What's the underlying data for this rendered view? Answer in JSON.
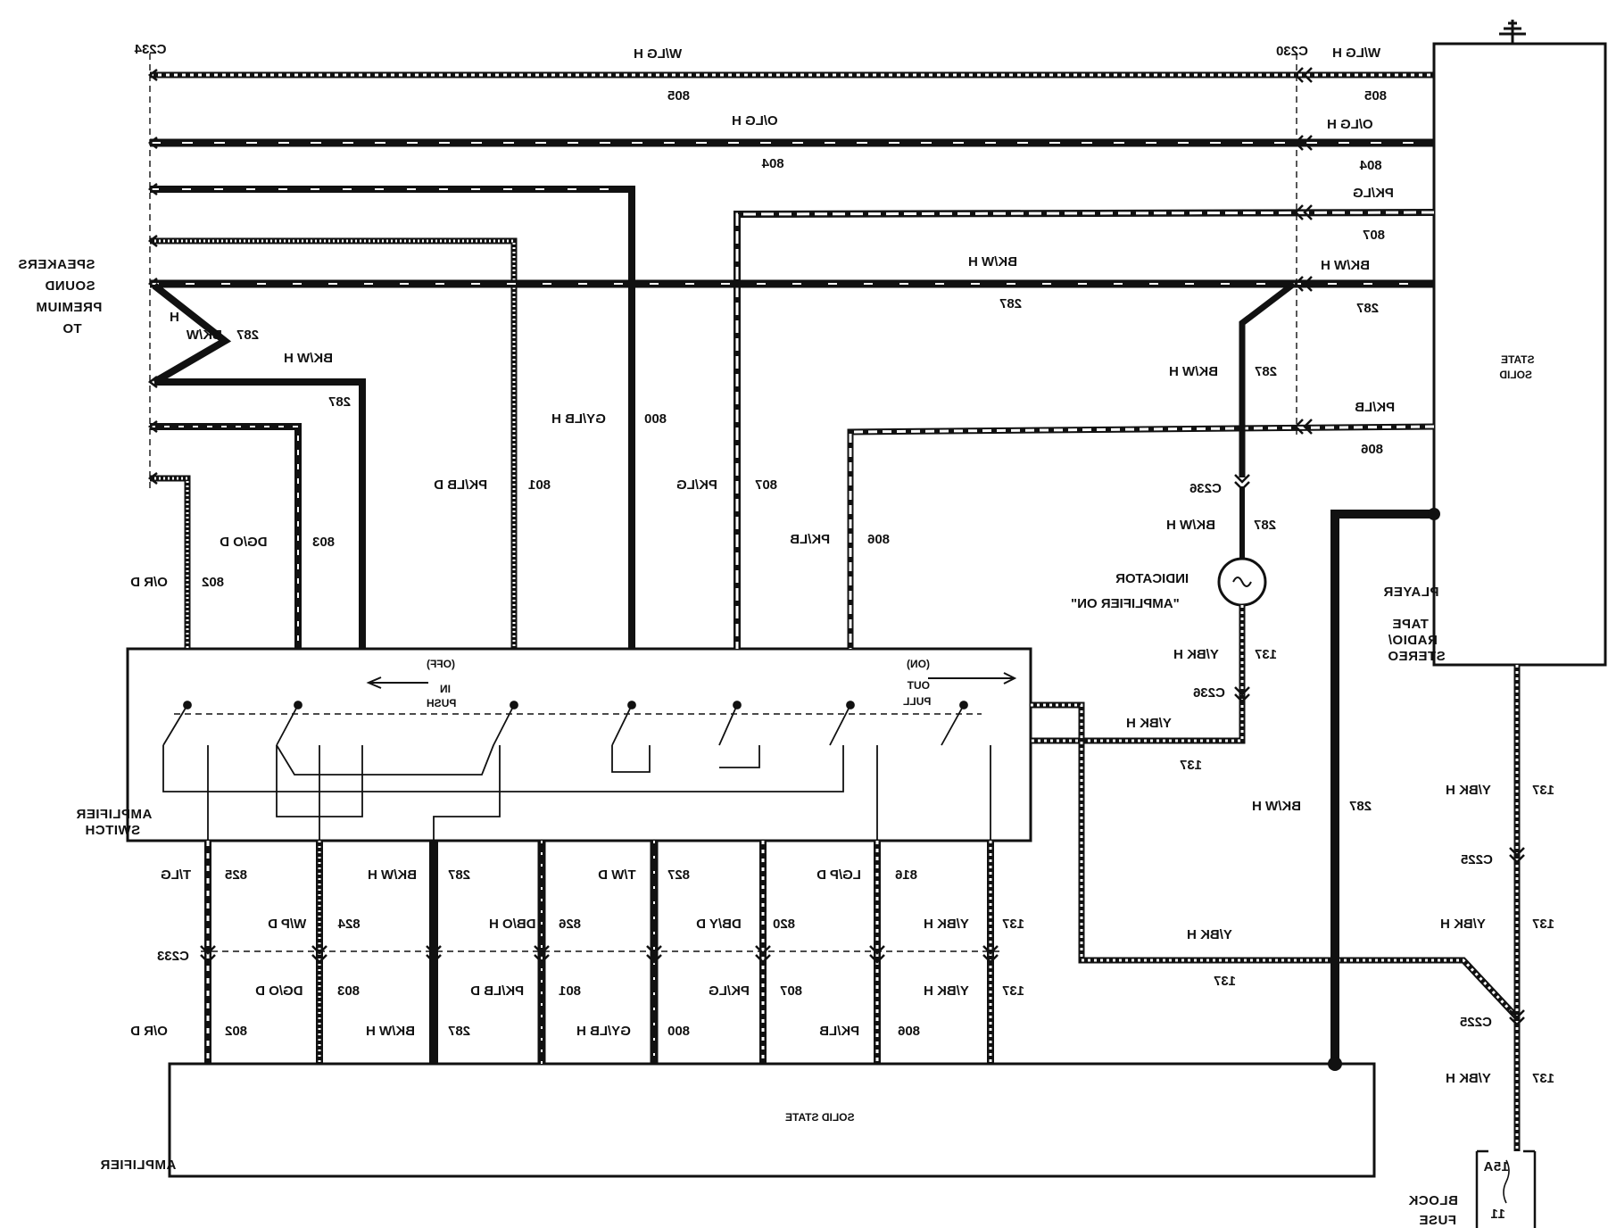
{
  "modules": {
    "amplifier": "AMPLIFIER",
    "amplifier_state": "SOLID STATE",
    "amplifier_switch": [
      "AMPLIFIER",
      "SWITCH"
    ],
    "radio": [
      "STEREO",
      "RADIO/",
      "TAPE",
      "PLAYER"
    ],
    "radio_state": [
      "SOLID",
      "STATE"
    ],
    "speakers": [
      "TO",
      "PREMIUM",
      "SOUND",
      "SPEAKERS"
    ],
    "fuse_block": [
      "FUSE",
      "BLOCK"
    ],
    "fuse_rating": "15A",
    "fuse_number": "11",
    "indicator": [
      "\"AMPLIFIER ON\"",
      "INDICATOR"
    ],
    "push_off": [
      "PUSH",
      "IN",
      "(OFF)"
    ],
    "pull_on": [
      "PULL",
      "OUT",
      "(ON)"
    ]
  },
  "connectors": {
    "c234": "C234",
    "c230": "C230",
    "c233": "C233",
    "c236_top": "C236",
    "c236_bottom": "C236",
    "c225_upper": "C225",
    "c225_lower": "C225"
  },
  "circuits": {
    "c805_color": "W/LG H",
    "c805_num": "805",
    "c805r_color": "W/LG H",
    "c805r_num": "805",
    "c804_color": "O/LG H",
    "c804_num": "804",
    "c804r_color": "O/LG H",
    "c804r_num": "804",
    "c807r_color": "PK/LG",
    "c807r_num": "807",
    "c287_color": "BK/W H",
    "c287_num": "287",
    "c287r_color": "BK/W H",
    "c287r_num": "287",
    "c806r_color": "PK/LB",
    "c806r_num": "806",
    "c287s_color": "BK/W",
    "c287s_color2": "H",
    "c287s_num": "287",
    "c287b_color": "BK/W H",
    "c287b_num": "287",
    "c800v_color": "GY/LB H",
    "c800v_num": "800",
    "c801v_color": "PK/LB D",
    "c801v_num": "801",
    "c807v_color": "PK/LG",
    "c807v_num": "807",
    "c806v_color": "PK/LB",
    "c806v_num": "806",
    "c803v_color": "DG/O D",
    "c803v_num": "803",
    "c802v_color": "O/R D",
    "c802v_num": "802",
    "c287ind_color": "BK/W H",
    "c287ind_num": "287",
    "c287ind2_color": "BK/W H",
    "c287ind2_num": "287",
    "c137ind_color": "Y/BK H",
    "c137ind_num": "137",
    "c137h_color": "Y/BK H",
    "c137h_num": "137",
    "c287amp_color": "BK/W H",
    "c287amp_num": "287",
    "c137r1_color": "Y/BK H",
    "c137r1_num": "137",
    "c137r2_color": "Y/BK H",
    "c137r2_num": "137",
    "c137r3_color": "Y/BK H",
    "c137r3_num": "137",
    "c137low_color": "Y/BK H",
    "c137low_num": "137",
    "s825_color": "T/LG",
    "s825_num": "825",
    "s287_color": "BK/W H",
    "s287_num": "287",
    "s827_color": "T/W D",
    "s827_num": "827",
    "s816_color": "LG/P D",
    "s816_num": "816",
    "s824_color": "W/P D",
    "s824_num": "824",
    "s826_color": "DB/O H",
    "s826_num": "826",
    "s820_color": "DB/Y D",
    "s820_num": "820",
    "s137_color": "Y/BK H",
    "s137_num": "137",
    "a803_color": "DG/O D",
    "a803_num": "803",
    "a801_color": "PK/LB D",
    "a801_num": "801",
    "a807_color": "PK/LG",
    "a807_num": "807",
    "a137_color": "Y/BK H",
    "a137_num": "137",
    "a802_color": "O/R D",
    "a802_num": "802",
    "a287_color": "BK/W H",
    "a287_num": "287",
    "a800_color": "GY/LB H",
    "a800_num": "800",
    "a806_color": "PK/LB",
    "a806_num": "806"
  },
  "colors": {
    "ink": "#111111",
    "paper": "#ffffff"
  }
}
